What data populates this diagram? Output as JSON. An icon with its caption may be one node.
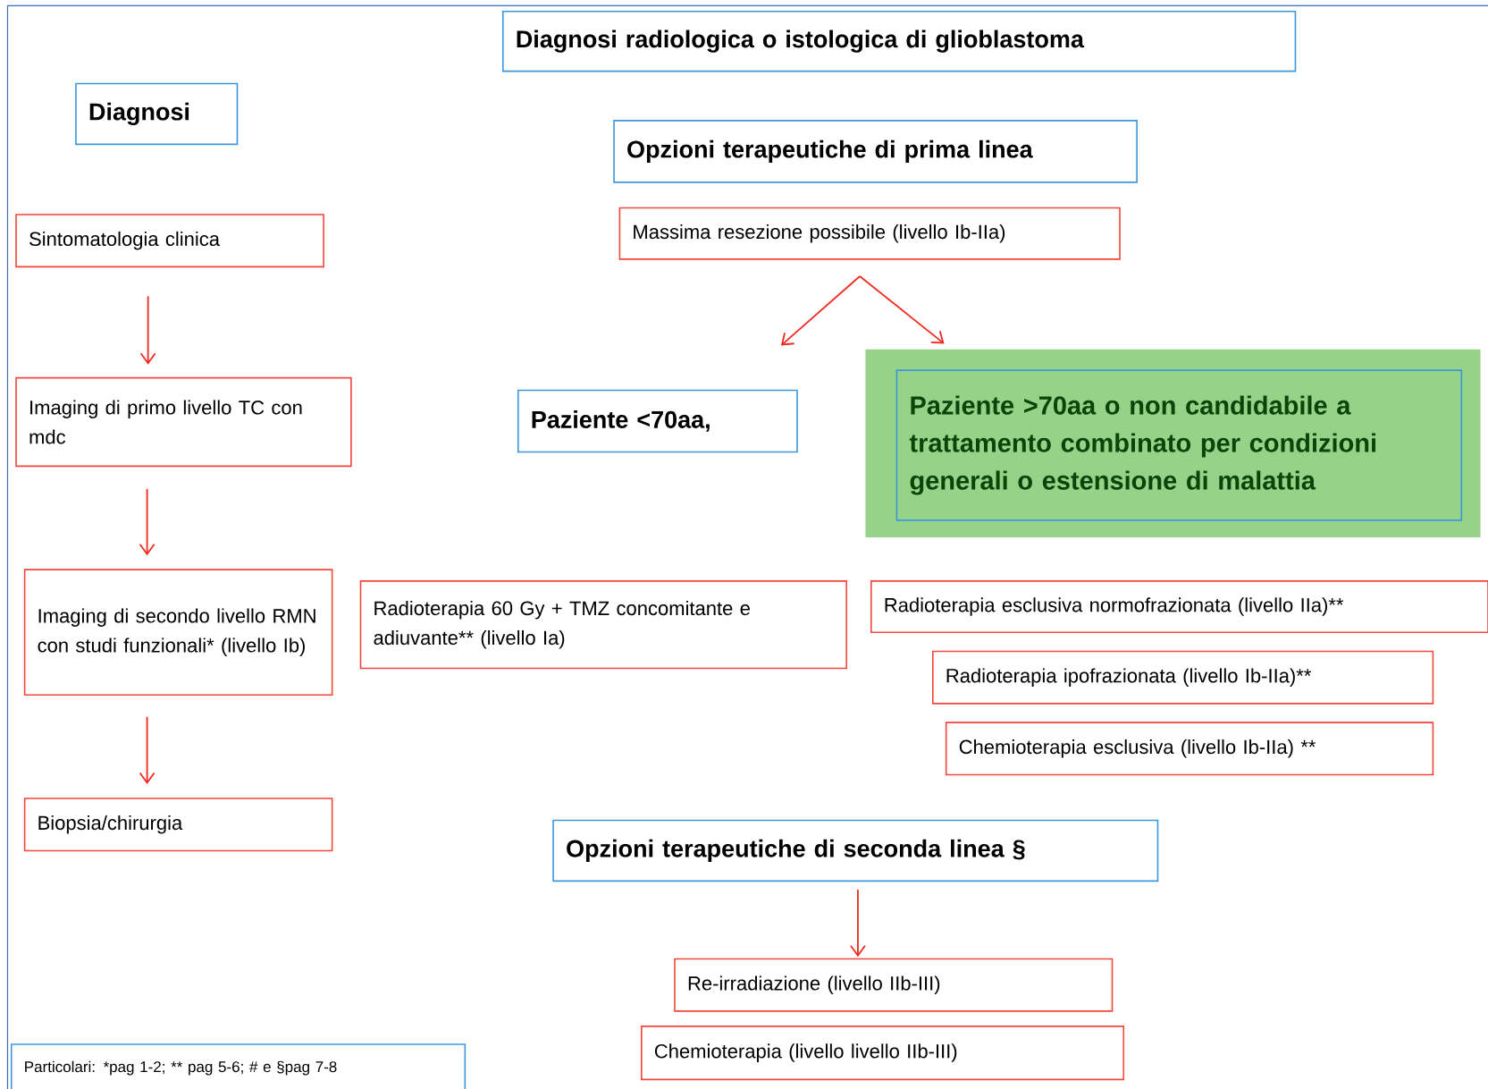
{
  "diagram": {
    "nodes": [
      {
        "text": [
          "Diagnosi radiologica o istologica di glioblastoma"
        ]
      },
      {
        "text": [
          "Diagnosi"
        ]
      },
      {
        "text": [
          "Opzioni terapeutiche di prima linea"
        ]
      },
      {
        "text": [
          "Sintomatologia clinica"
        ]
      },
      {
        "text": [
          "Massima resezione possibile (livello Ib-IIa)"
        ]
      },
      {
        "text": [
          "Imaging di primo livello TC con mdc"
        ]
      },
      {
        "text": [
          "Paziente <70aa,"
        ]
      },
      {
        "text": [
          "Paziente >70aa o non candidabile a trattamento combinato per condizioni generali o estensione di malattia"
        ]
      },
      {
        "text": [
          "Imaging di secondo livello RMN con studi funzionali* (livello Ib)"
        ]
      },
      {
        "text": [
          "Radioterapia 60 Gy + TMZ concomitante e adiuvante** (livello Ia)"
        ]
      },
      {
        "text": [
          "Radioterapia esclusiva normofrazionata (livello IIa)**"
        ]
      },
      {
        "text": [
          "Radioterapia ipofrazionata (livello Ib-IIa)**"
        ]
      },
      {
        "text": [
          "Chemioterapia esclusiva (livello Ib-IIa) **"
        ]
      },
      {
        "text": [
          "Biopsia/chirurgia"
        ]
      },
      {
        "text": [
          "Opzioni terapeutiche di seconda linea §"
        ]
      },
      {
        "text": [
          "Re-irradiazione  (livello IIb-III)"
        ]
      },
      {
        "text": [
          "Chemioterapia (livello livello IIb-III)"
        ]
      },
      {
        "text": [
          "Particolari: *pag 1-2; ** pag 5-6; # e §pag 7-8"
        ]
      }
    ],
    "edges": [
      {
        "from": 3,
        "to": 5,
        "arrow": "to"
      },
      {
        "from": 5,
        "to": 8,
        "arrow": "to"
      },
      {
        "from": 8,
        "to": 13,
        "arrow": "to"
      },
      {
        "from": 4,
        "to": 6,
        "arrow": "to"
      },
      {
        "from": 4,
        "to": 7,
        "arrow": "to"
      },
      {
        "from": 14,
        "to": 15,
        "arrow": "to"
      }
    ]
  }
}
